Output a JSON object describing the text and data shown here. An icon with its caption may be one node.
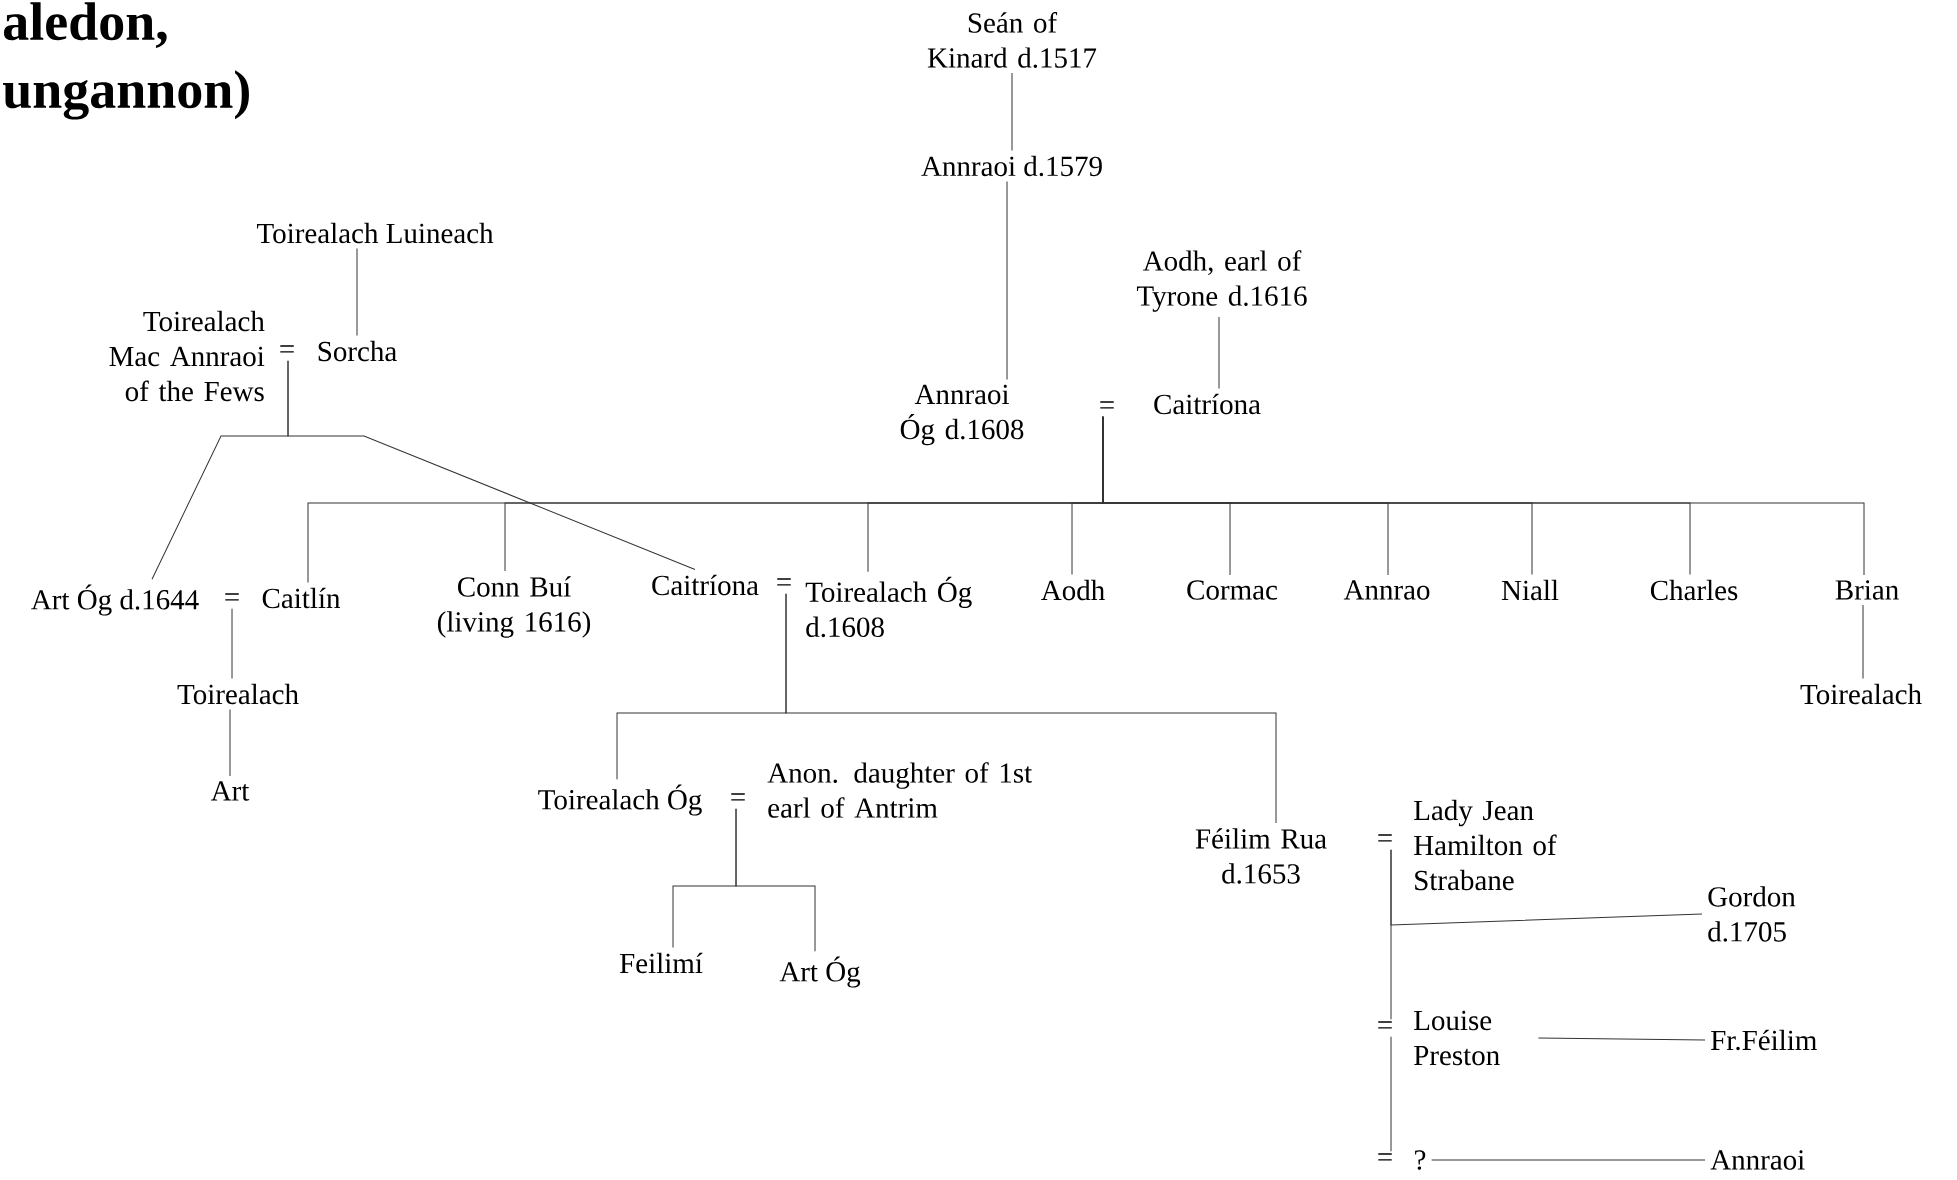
{
  "diagram": {
    "title": "aledon, ungannon)",
    "nodes": [
      {
        "text": [
          "Seán of Kinard d.1517"
        ]
      },
      {
        "text": [
          "Annraoi d.1579"
        ]
      },
      {
        "text": [
          "Toirealach Luineach"
        ]
      },
      {
        "text": [
          "Toirealach Mac Annraoi of the Fews"
        ]
      },
      {
        "text": [
          "="
        ]
      },
      {
        "text": [
          "Sorcha"
        ]
      },
      {
        "text": [
          "Aodh, earl of Tyrone d.1616"
        ]
      },
      {
        "text": [
          "Annraoi Óg d.1608"
        ]
      },
      {
        "text": [
          "="
        ]
      },
      {
        "text": [
          "Caitríona"
        ]
      },
      {
        "text": [
          "Art Óg d.1644"
        ]
      },
      {
        "text": [
          "="
        ]
      },
      {
        "text": [
          "Caitlín"
        ]
      },
      {
        "text": [
          "Conn Buí (living 1616)"
        ]
      },
      {
        "text": [
          "Caitríona"
        ]
      },
      {
        "text": [
          "="
        ]
      },
      {
        "text": [
          "Toirealach Óg d.1608"
        ]
      },
      {
        "text": [
          "Aodh"
        ]
      },
      {
        "text": [
          "Cormac"
        ]
      },
      {
        "text": [
          "Annrao"
        ]
      },
      {
        "text": [
          "Niall"
        ]
      },
      {
        "text": [
          "Charles"
        ]
      },
      {
        "text": [
          "Brian"
        ]
      },
      {
        "text": [
          "Toirealach"
        ]
      },
      {
        "text": [
          "Art"
        ]
      },
      {
        "text": [
          "Toirealach"
        ]
      },
      {
        "text": [
          "Toirealach Óg"
        ]
      },
      {
        "text": [
          "="
        ]
      },
      {
        "text": [
          "Anon. daughter of 1st earl of Antrim"
        ]
      },
      {
        "text": [
          "Féilim Rua d.1653"
        ]
      },
      {
        "text": [
          "="
        ]
      },
      {
        "text": [
          "Lady Jean Hamilton of Strabane"
        ]
      },
      {
        "text": [
          "Feilimí"
        ]
      },
      {
        "text": [
          "Art Óg"
        ]
      },
      {
        "text": [
          "Gordon d.1705"
        ]
      },
      {
        "text": [
          "="
        ]
      },
      {
        "text": [
          "Louise Preston"
        ]
      },
      {
        "text": [
          "Fr.Féilim"
        ]
      },
      {
        "text": [
          "="
        ]
      },
      {
        "text": [
          "?"
        ]
      },
      {
        "text": [
          "Annraoi"
        ]
      }
    ],
    "edges": [
      {
        "from": 0,
        "to": 1,
        "arrow": "none"
      },
      {
        "from": 1,
        "to": 7,
        "arrow": "none"
      },
      {
        "from": 6,
        "to": 9,
        "arrow": "none"
      },
      {
        "from": 2,
        "to": 5,
        "arrow": "none"
      },
      {
        "from": 4,
        "to": 10,
        "arrow": "none"
      },
      {
        "from": 4,
        "to": 14,
        "arrow": "none"
      },
      {
        "from": 8,
        "to": 12,
        "arrow": "none"
      },
      {
        "from": 8,
        "to": 13,
        "arrow": "none"
      },
      {
        "from": 8,
        "to": 16,
        "arrow": "none"
      },
      {
        "from": 8,
        "to": 17,
        "arrow": "none"
      },
      {
        "from": 8,
        "to": 18,
        "arrow": "none"
      },
      {
        "from": 8,
        "to": 19,
        "arrow": "none"
      },
      {
        "from": 8,
        "to": 20,
        "arrow": "none"
      },
      {
        "from": 8,
        "to": 21,
        "arrow": "none"
      },
      {
        "from": 8,
        "to": 22,
        "arrow": "none"
      },
      {
        "from": 11,
        "to": 23,
        "arrow": "none"
      },
      {
        "from": 23,
        "to": 24,
        "arrow": "none"
      },
      {
        "from": 22,
        "to": 25,
        "arrow": "none"
      },
      {
        "from": 15,
        "to": 26,
        "arrow": "none"
      },
      {
        "from": 15,
        "to": 29,
        "arrow": "none"
      },
      {
        "from": 27,
        "to": 32,
        "arrow": "none"
      },
      {
        "from": 27,
        "to": 33,
        "arrow": "none"
      },
      {
        "from": 30,
        "to": 34,
        "arrow": "none"
      },
      {
        "from": 30,
        "to": 35,
        "arrow": "none"
      },
      {
        "from": 35,
        "to": 38,
        "arrow": "none"
      },
      {
        "from": 36,
        "to": 37,
        "arrow": "none"
      },
      {
        "from": 39,
        "to": 40,
        "arrow": "none"
      }
    ]
  }
}
